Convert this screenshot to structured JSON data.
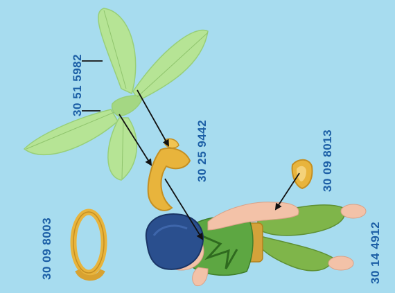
{
  "diagram": {
    "parts": [
      {
        "id": "wings",
        "number": "30 51 5982"
      },
      {
        "id": "hair-clip",
        "number": "30 25 9442"
      },
      {
        "id": "bracelet",
        "number": "30 09 8013"
      },
      {
        "id": "ring-collar",
        "number": "30 09 8003"
      },
      {
        "id": "figure",
        "number": "30 14 4912"
      }
    ]
  },
  "colors": {
    "background": "#a7dcef",
    "label_text": "#1c5fa6",
    "wing_fill": "#b6e495",
    "gold": "#e8b43c",
    "hat_blue": "#2a4f8e",
    "pants_green": "#7fb54a",
    "skin": "#f3c2a8"
  }
}
